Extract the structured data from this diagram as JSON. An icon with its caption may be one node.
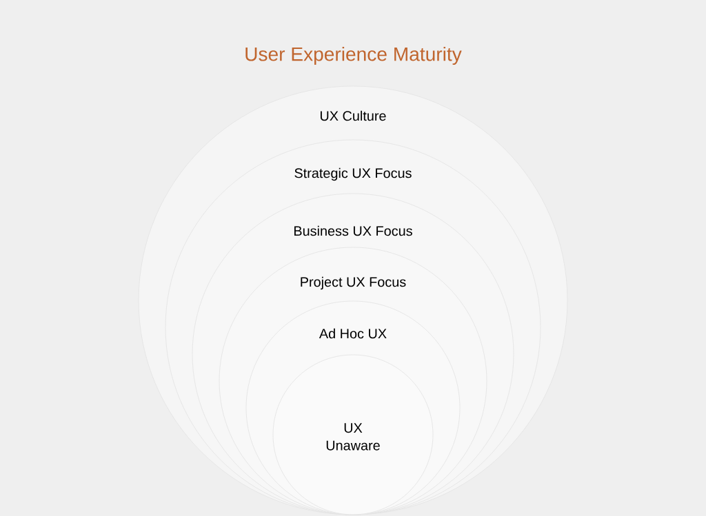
{
  "diagram": {
    "title": "User Experience Maturity",
    "nodes": [
      {
        "text": [
          "UX Culture"
        ]
      },
      {
        "text": [
          "Strategic UX Focus"
        ],
        "in": 0
      },
      {
        "text": [
          "Business UX Focus"
        ],
        "in": 1
      },
      {
        "text": [
          "Project UX Focus"
        ],
        "in": 2
      },
      {
        "text": [
          "Ad Hoc UX"
        ],
        "in": 3
      },
      {
        "text": [
          "UX Unaware"
        ],
        "in": 4
      }
    ]
  }
}
